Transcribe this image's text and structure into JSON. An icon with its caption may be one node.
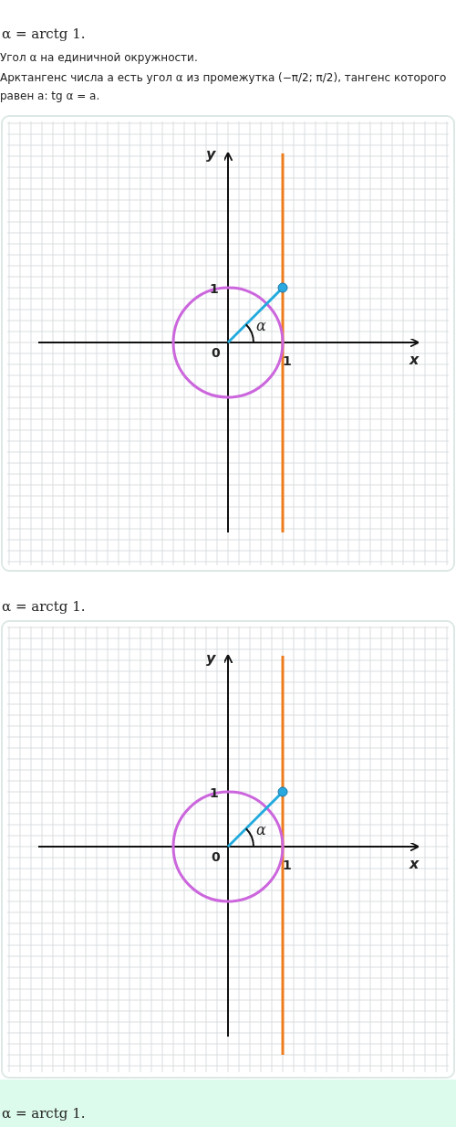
{
  "diagram": {
    "labels": [
      "α = arctg 1.",
      "Угол α на единичной окружности.",
      "Арктангенс числа a есть угол α из промежутка (−π/2; π/2), тангенс которого равен a: tg α = a.",
      "y",
      "1",
      "α",
      "0",
      "1",
      "x",
      "α = arctg 1.",
      "y",
      "1",
      "α",
      "0",
      "1",
      "x",
      "α = arctg 1."
    ]
  }
}
